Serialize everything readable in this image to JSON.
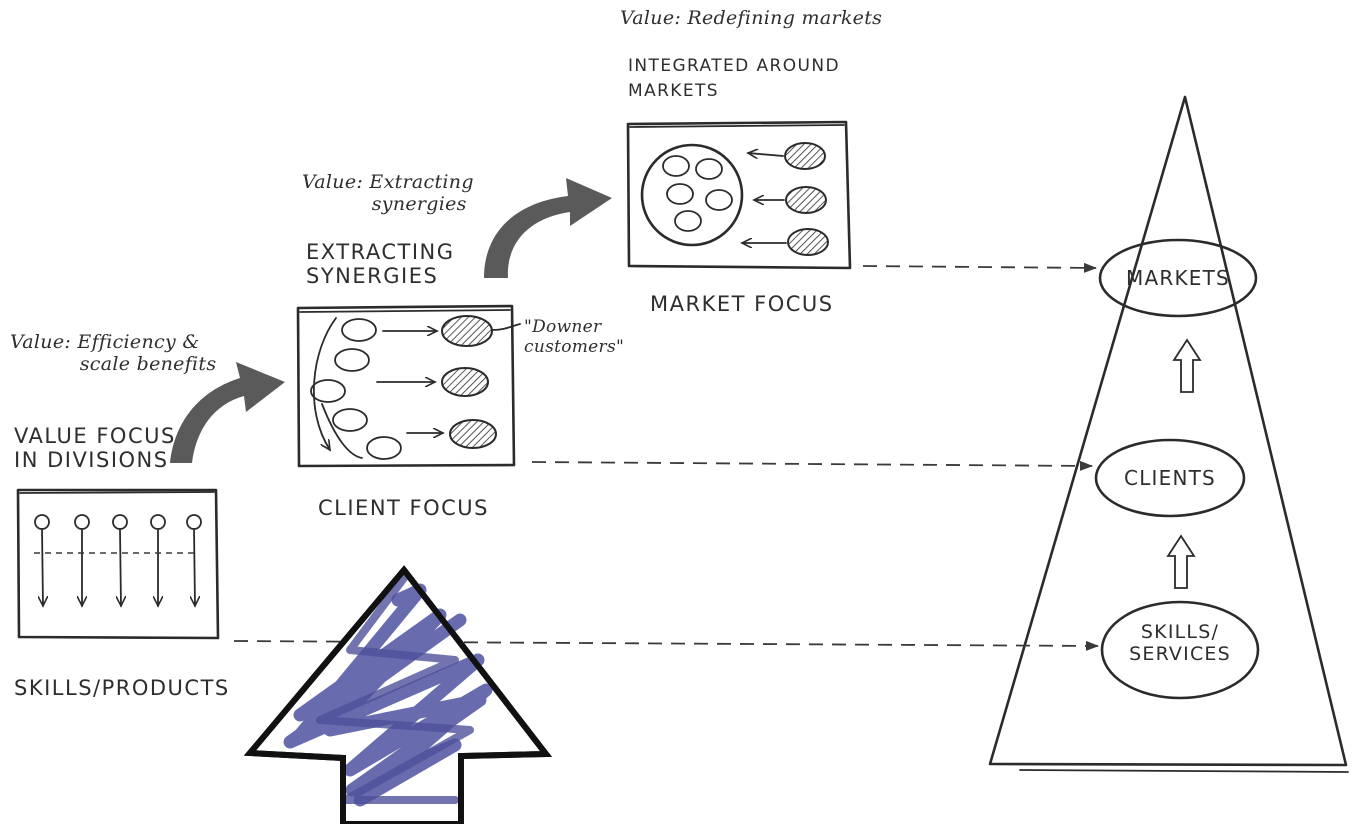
{
  "stage1": {
    "value_text": "Value: Efficiency &\n           scale benefits",
    "title": "VALUE FOCUS\nIN DIVISIONS",
    "caption": "SKILLS/PRODUCTS"
  },
  "stage2": {
    "value_text": "Value: Extracting\n           synergies",
    "title": "EXTRACTING\nSYNERGIES",
    "note": "\"Downer\ncustomers\"",
    "caption": "CLIENT FOCUS"
  },
  "stage3": {
    "value_text": "Value: Redefining markets",
    "title": "INTEGRATED AROUND\nMARKETS",
    "caption": "MARKET FOCUS"
  },
  "pyramid": {
    "levels": [
      {
        "label": "MARKETS"
      },
      {
        "label": "CLIENTS"
      },
      {
        "label": "SKILLS/\nSERVICES"
      }
    ]
  },
  "colors": {
    "ink": "#2b2b2b",
    "arrow_gray": "#5a5a5a",
    "scribble_blue": "#5b5fa8"
  }
}
